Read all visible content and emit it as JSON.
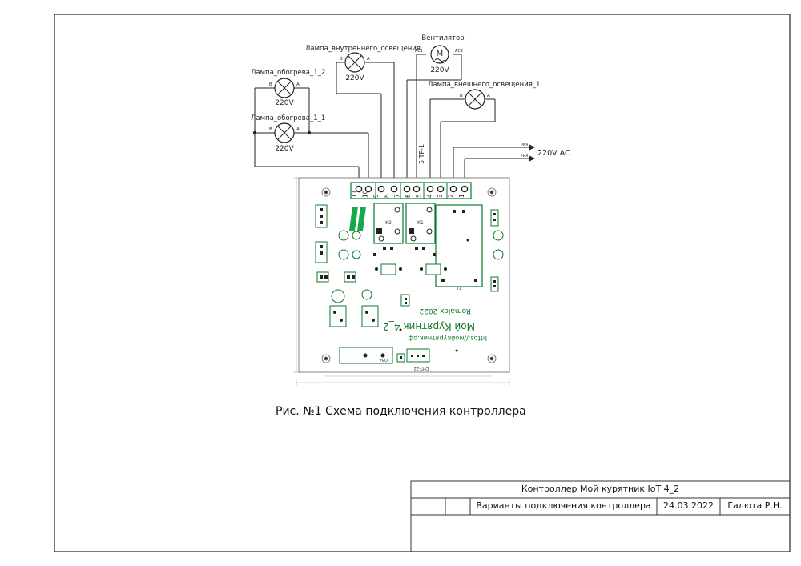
{
  "caption": "Рис. №1 Схема подключения контроллера",
  "title_block": {
    "title": "Контроллер Мой курятник IoT 4_2",
    "subtitle": "Варианты подключения контроллера",
    "date": "24.03.2022",
    "author": "Галюта Р.Н."
  },
  "loads": {
    "heat_lamp_2": {
      "label": "Лампа_обогрева_1_2",
      "voltage": "220V"
    },
    "heat_lamp_1": {
      "label": "Лампа_обогрева_1_1",
      "voltage": "220V"
    },
    "inner_lamp": {
      "label": "Лампа_внутреннего_освещения",
      "voltage": "220V"
    },
    "fan": {
      "label": "Вентилятор",
      "voltage": "220V",
      "pin1": "AC1",
      "pin2": "AC2",
      "symbol": "M"
    },
    "outer_lamp": {
      "label": "Лампа_внешнего_освещения_1"
    }
  },
  "lamp_pins": {
    "b": "B",
    "a": "A"
  },
  "supply": {
    "label": "220V AC",
    "tag1": "РИЯ",
    "tag2": "РИЯ"
  },
  "sensor_lead": {
    "label": "5 TP-1"
  },
  "board": {
    "terminal_numbers": [
      "11",
      "10",
      "9",
      "8",
      "7",
      "6",
      "5",
      "4",
      "3",
      "2",
      "1"
    ],
    "title_mirrored": "Мой Курятник 4_2",
    "author_mirrored": "Romalex 2022",
    "url_mirrored": "https://мойкурятник.рф",
    "relay1": "K1",
    "relay2": "K2",
    "relay_big": "T1",
    "sensor_tag": "DHT-22",
    "board_tag": "OB4"
  }
}
